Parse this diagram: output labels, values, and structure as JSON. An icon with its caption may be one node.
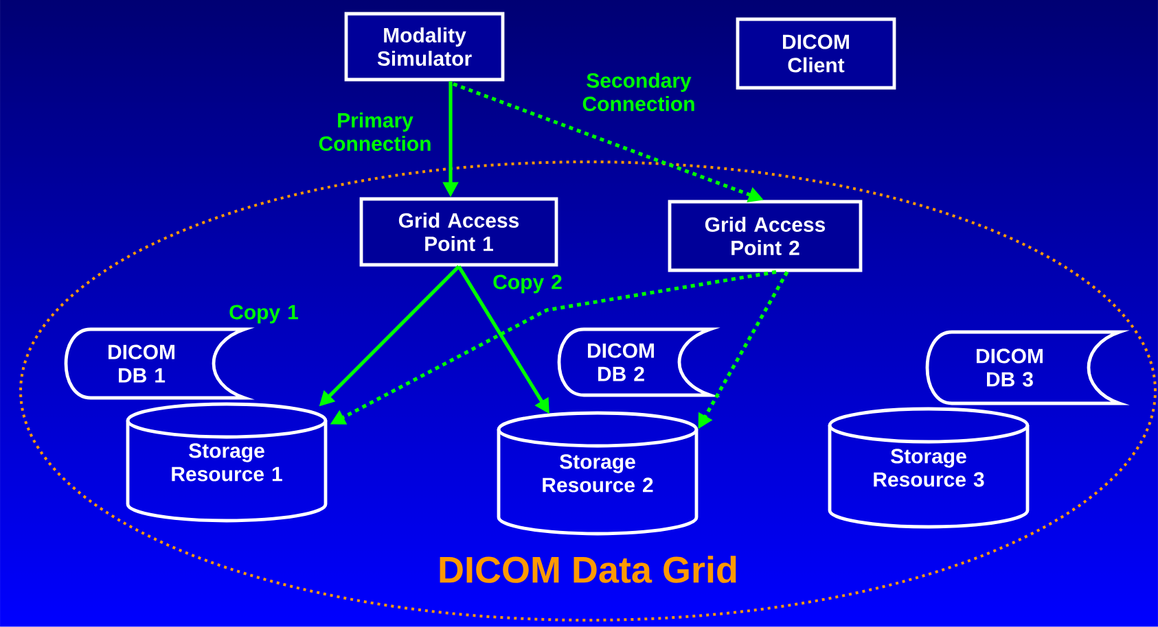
{
  "diagram": {
    "nodes": [
      {
        "text": [
          "DICOM Data Grid"
        ]
      },
      {
        "text": [
          "Modality Simulator"
        ]
      },
      {
        "text": [
          "DICOM Client"
        ]
      },
      {
        "text": [
          "Grid Access Point 1"
        ],
        "in": 0
      },
      {
        "text": [
          "Grid Access Point 2"
        ],
        "in": 0
      },
      {
        "text": [
          "DICOM DB 1"
        ],
        "in": 0
      },
      {
        "text": [
          "DICOM DB 2"
        ],
        "in": 0
      },
      {
        "text": [
          "DICOM DB 3"
        ],
        "in": 0
      },
      {
        "text": [
          "Storage Resource 1"
        ],
        "in": 0
      },
      {
        "text": [
          "Storage Resource 2"
        ],
        "in": 0
      },
      {
        "text": [
          "Storage Resource 3"
        ],
        "in": 0
      }
    ],
    "edges": [
      {
        "from": 1,
        "to": 3,
        "arrow": "to",
        "label": "Primary Connection"
      },
      {
        "from": 1,
        "to": 4,
        "arrow": "to",
        "label": "Secondary Connection",
        "style": "dashed"
      },
      {
        "from": 3,
        "to": 8,
        "arrow": "to",
        "label": "Copy 1"
      },
      {
        "from": 3,
        "to": 9,
        "arrow": "to",
        "label": "Copy 2"
      },
      {
        "from": 4,
        "to": 8,
        "arrow": "to",
        "style": "dashed"
      },
      {
        "from": 4,
        "to": 9,
        "arrow": "to",
        "style": "dashed"
      }
    ]
  }
}
